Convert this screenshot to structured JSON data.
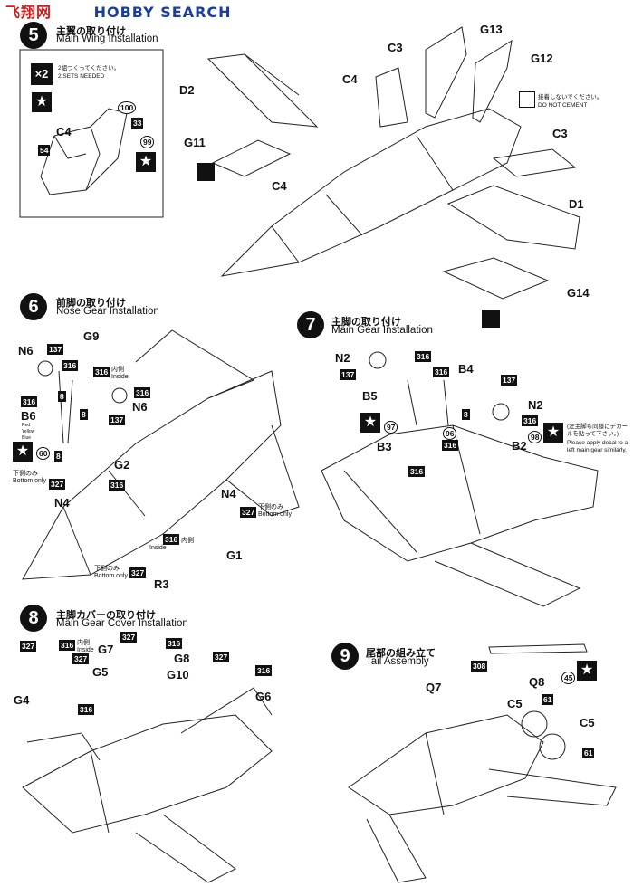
{
  "watermark": {
    "cn": "飞翔网",
    "en": "HOBBY SEARCH"
  },
  "step5": {
    "num": "5",
    "title_jp": "主翼の取り付け",
    "title_en": "Main Wing Installation",
    "inset": {
      "multiplier": "×2",
      "note_jp": "2組つくってください。",
      "note_en": "2 SETS NEEDED",
      "parts": {
        "c4": "C4",
        "p33": "33",
        "p54": "54",
        "p99": "99",
        "p100": "100"
      }
    },
    "labels": {
      "d2": "D2",
      "g11": "G11",
      "c3a": "C3",
      "c4a": "C4",
      "c4b": "C4",
      "g13": "G13",
      "g12": "G12",
      "c3b": "C3",
      "d1": "D1",
      "g14": "G14"
    },
    "no_cement_jp": "接着しないでください。",
    "no_cement_en": "DO NOT CEMENT"
  },
  "step6": {
    "num": "6",
    "title_jp": "前脚の取り付け",
    "title_en": "Nose Gear Installation",
    "labels": {
      "n6a": "N6",
      "g9": "G9",
      "b6": "B6",
      "n6b": "N6",
      "g2": "G2",
      "n4a": "N4",
      "n4b": "N4",
      "g1": "G1",
      "r3": "R3"
    },
    "parts": {
      "p137a": "137",
      "p316a": "316",
      "p316b": "316",
      "p316c": "316",
      "p8a": "8",
      "p8b": "8",
      "p316d": "316",
      "p137b": "137",
      "p60": "60",
      "p8c": "8",
      "p327a": "327",
      "p316e": "316",
      "p327b": "327",
      "p316f": "316",
      "p327c": "327"
    },
    "texts": {
      "inside_jp": "内側",
      "inside_en": "Inside",
      "bottom_jp": "下側のみ",
      "bottom_en": "Bottom only",
      "bottom2_jp": "下側のみ",
      "bottom2_en": "Bottom only",
      "bottom3_jp": "下側のみ",
      "bottom3_en": "Bottom only",
      "inside2_jp": "内側",
      "inside2_en": "Inside",
      "color_red": "Red",
      "color_yellow": "Yellow",
      "color_blue": "Blue"
    }
  },
  "step7": {
    "num": "7",
    "title_jp": "主脚の取り付け",
    "title_en": "Main Gear Installation",
    "labels": {
      "n2a": "N2",
      "b4": "B4",
      "b5": "B5",
      "n2b": "N2",
      "b3": "B3",
      "b2": "B2"
    },
    "parts": {
      "p316a": "316",
      "p137a": "137",
      "p316b": "316",
      "p137b": "137",
      "p8": "8",
      "p316c": "316",
      "p97": "97",
      "p96": "96",
      "p316d": "316",
      "p98": "98",
      "p316e": "316"
    },
    "note_jp": "(左主脚も同様にデカールを貼って下さい。)",
    "note_en": "Please apply decal to a left main gear similarly."
  },
  "step8": {
    "num": "8",
    "title_jp": "主脚カバーの取り付け",
    "title_en": "Main Gear Cover Installation",
    "labels": {
      "g7": "G7",
      "g8": "G8",
      "g5": "G5",
      "g10": "G10",
      "g4": "G4",
      "g6": "G6"
    },
    "parts": {
      "p327a": "327",
      "p316a": "316",
      "p327b": "327",
      "p327c": "327",
      "p316b": "316",
      "p327d": "327",
      "p316c": "316",
      "p316d": "316"
    },
    "texts": {
      "inside_jp": "内側",
      "inside_en": "Inside"
    }
  },
  "step9": {
    "num": "9",
    "title_jp": "尾部の組み立て",
    "title_en": "Tail Assembly",
    "labels": {
      "q7": "Q7",
      "q8": "Q8",
      "c5a": "C5",
      "c5b": "C5"
    },
    "parts": {
      "p308": "308",
      "p45": "45",
      "p61a": "61",
      "p61b": "61"
    }
  }
}
